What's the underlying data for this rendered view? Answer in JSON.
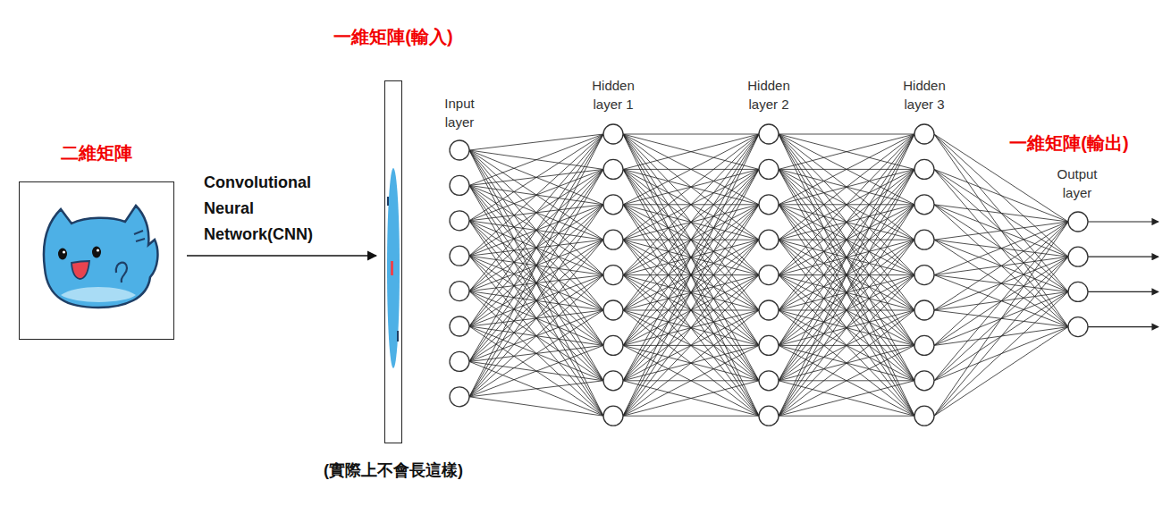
{
  "diagram": {
    "nodes": [
      {
        "text": [
          "二維矩陣"
        ]
      },
      {
        "text": [
          "一維矩陣(輸入)",
          "(實際上不會長這樣)"
        ]
      }
    ],
    "edges": [
      {
        "from": 0,
        "to": 1,
        "arrow": "to",
        "label": "Convolutional Neural Network(CNN)"
      }
    ],
    "labels": [
      "Input layer",
      "Hidden layer 1",
      "Hidden layer 2",
      "Hidden layer 3",
      "Output layer",
      "一維矩陣(輸出)"
    ]
  }
}
